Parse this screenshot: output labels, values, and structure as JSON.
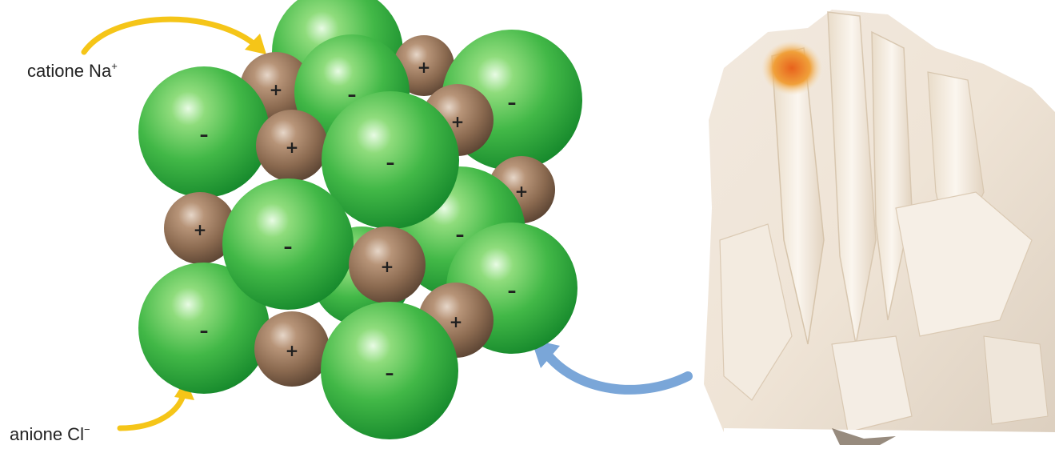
{
  "labels": {
    "cation": {
      "text": "catione Na",
      "charge": "+"
    },
    "anion": {
      "text": "anione Cl",
      "charge": "−"
    }
  },
  "signs": {
    "cation": "+",
    "anion": "–"
  },
  "colors": {
    "anion_sphere": "#3fb845",
    "cation_sphere": "#8d6a4f",
    "arrow_yellow": "#f5c518",
    "arrow_blue": "#7aa6d8"
  },
  "image": {
    "subject": "mineral-crystal-photo"
  }
}
